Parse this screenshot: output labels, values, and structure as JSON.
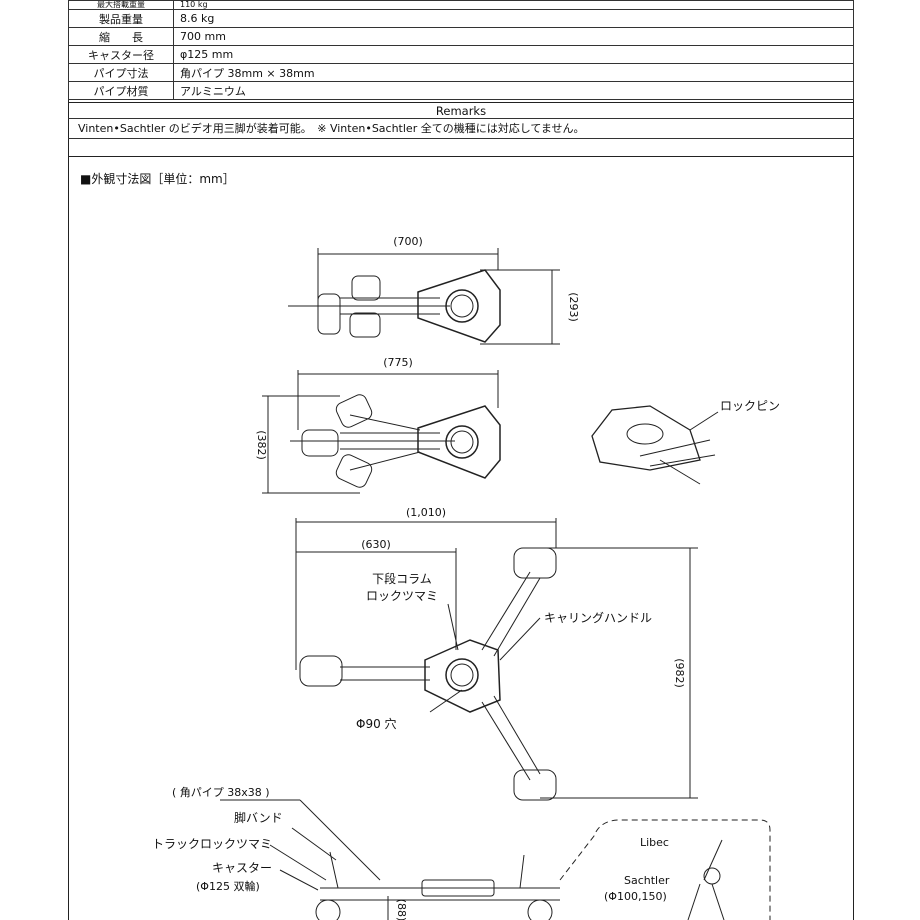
{
  "spec_rows": [
    {
      "label": "最大搭載重量",
      "value": "110 kg"
    },
    {
      "label": "製品重量",
      "value": "8.6 kg"
    },
    {
      "label": "縮　　長",
      "value": "700 mm"
    },
    {
      "label": "キャスター径",
      "value": "φ125 mm"
    },
    {
      "label": "パイプ寸法",
      "value": "角パイプ 38mm × 38mm"
    },
    {
      "label": "パイプ材質",
      "value": "アルミニウム"
    }
  ],
  "remarks": {
    "heading": "Remarks",
    "text": "Vinten•Sachtler のビデオ用三脚が装着可能。　※ Vinten•Sachtler 全ての機種には対応してません。"
  },
  "drawing": {
    "section_title": "■外観寸法図［単位：mm］",
    "dimensions": {
      "folded_length": "(700)",
      "folded_height": "(293)",
      "mid_length": "(775)",
      "mid_height": "(382)",
      "open_width": "(1,010)",
      "open_half": "(630)",
      "open_depth": "(982)",
      "side_height": "(88)"
    },
    "callouts": {
      "lock_pin": "ロックピン",
      "column_lock_1": "下段コラム",
      "column_lock_2": "ロックツマミ",
      "carry_handle": "キャリングハンドル",
      "hole": "Φ90 穴",
      "pipe": "( 角パイプ 38x38 )",
      "leg_band": "脚バンド",
      "track_lock": "トラックロックツマミ",
      "caster": "キャスター",
      "caster_size": "(Φ125 双輪)",
      "libec": "Libec",
      "sachtler": "Sachtler",
      "sachtler_size": "(Φ100,150)"
    }
  }
}
